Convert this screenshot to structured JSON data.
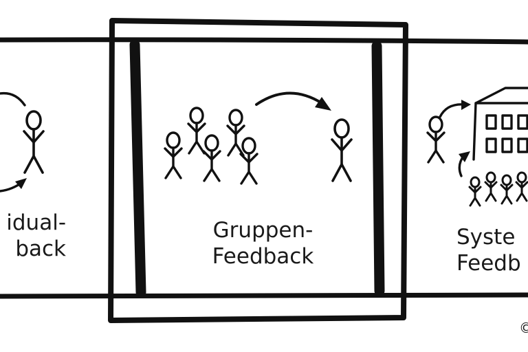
{
  "panels": {
    "left": {
      "line1": "idual-",
      "line2": "back"
    },
    "center": {
      "line1": "Gruppen-",
      "line2": "Feedback"
    },
    "right": {
      "line1": "Syste",
      "line2": "Feedb"
    }
  },
  "copyright": "©",
  "colors": {
    "ink": "#111111",
    "background": "#ffffff"
  },
  "icons": [
    "stick-figure-icon",
    "curved-arrow-icon",
    "building-icon"
  ]
}
